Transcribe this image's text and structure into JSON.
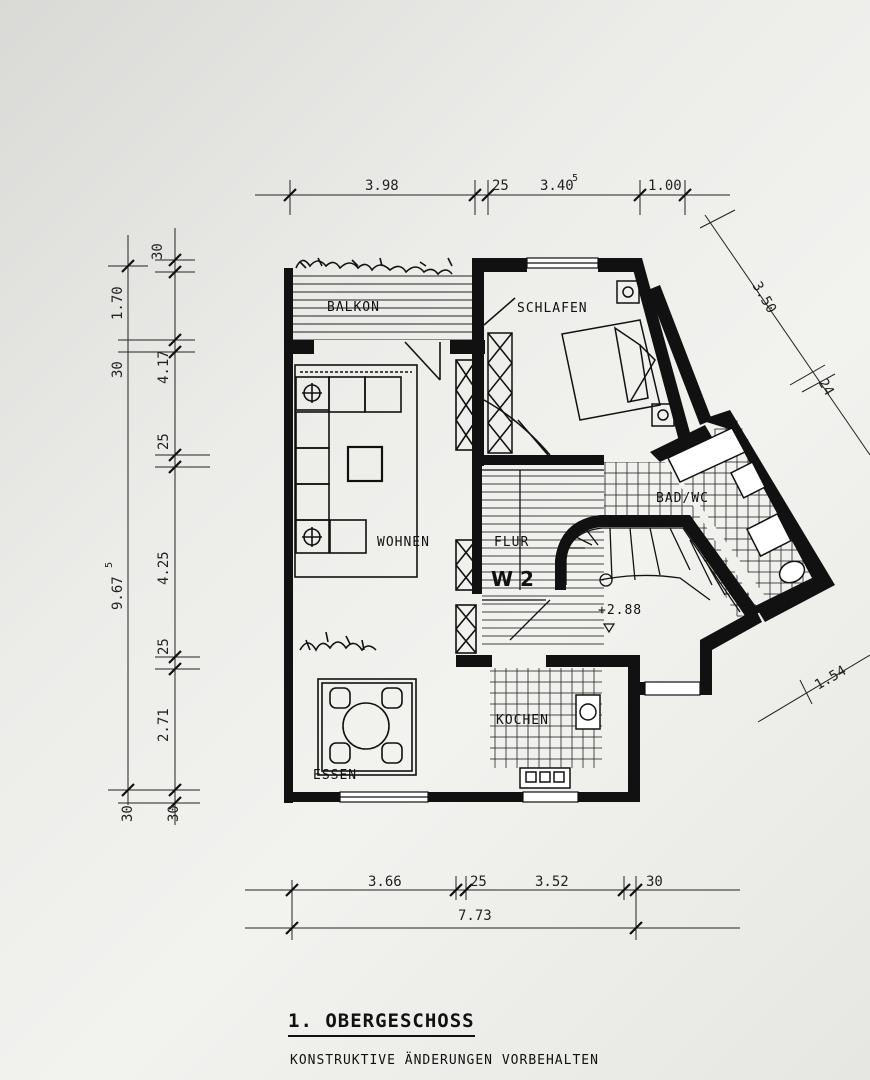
{
  "rooms": {
    "balkon": "BALKON",
    "schlafen": "SCHLAFEN",
    "wohnen": "WOHNEN",
    "flur": "FLUR",
    "unit": "W 2",
    "bad_wc": "BAD/WC",
    "kochen": "KOCHEN",
    "essen": "ESSEN",
    "level": "+2.88"
  },
  "dimensions": {
    "top": [
      "3.98",
      "25",
      "3.40",
      "5",
      "1.00"
    ],
    "diagonal": [
      "3.50",
      "24",
      "1.54"
    ],
    "left_outer": [
      "9.67",
      "5",
      "30"
    ],
    "left_inner": [
      "30",
      "1.70",
      "30",
      "4.17",
      "25",
      "4.25",
      "25",
      "2.71",
      "30"
    ],
    "bottom": [
      "3.66",
      "25",
      "3.52",
      "30"
    ],
    "bottom_total": "7.73"
  },
  "footer": {
    "title": "1. OBERGESCHOSS",
    "subtitle": "KONSTRUKTIVE ÄNDERUNGEN VORBEHALTEN"
  }
}
